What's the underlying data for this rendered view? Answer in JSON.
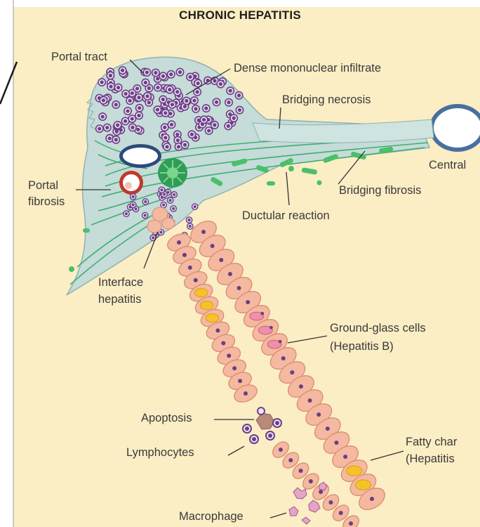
{
  "title": "CHRONIC HEPATITIS",
  "labels": {
    "portal_tract": "Portal tract",
    "dense_infiltrate": "Dense mononuclear infiltrate",
    "bridging_necrosis": "Bridging necrosis",
    "central": "Central",
    "portal_fibrosis_1": "Portal",
    "portal_fibrosis_2": "fibrosis",
    "bridging_fibrosis": "Bridging fibrosis",
    "ductular_reaction": "Ductular reaction",
    "interface_1": "Interface",
    "interface_2": "hepatitis",
    "ground_glass_1": "Ground-glass cells",
    "ground_glass_2": "(Hepatitis B)",
    "apoptosis": "Apoptosis",
    "lymphocytes": "Lymphocytes",
    "fatty_1": "Fatty char",
    "fatty_2": "(Hepatitis",
    "macrophage": "Macrophage"
  },
  "colors": {
    "background": "#fbedc4",
    "portal_tissue": "#c7dedb",
    "fibrosis": "#3fae74",
    "inflammatory_cell": "#6b3f86",
    "hepatocyte": "#f4b9a0",
    "fat_droplet": "#f5c22a",
    "vein": "#4a6f9e"
  }
}
